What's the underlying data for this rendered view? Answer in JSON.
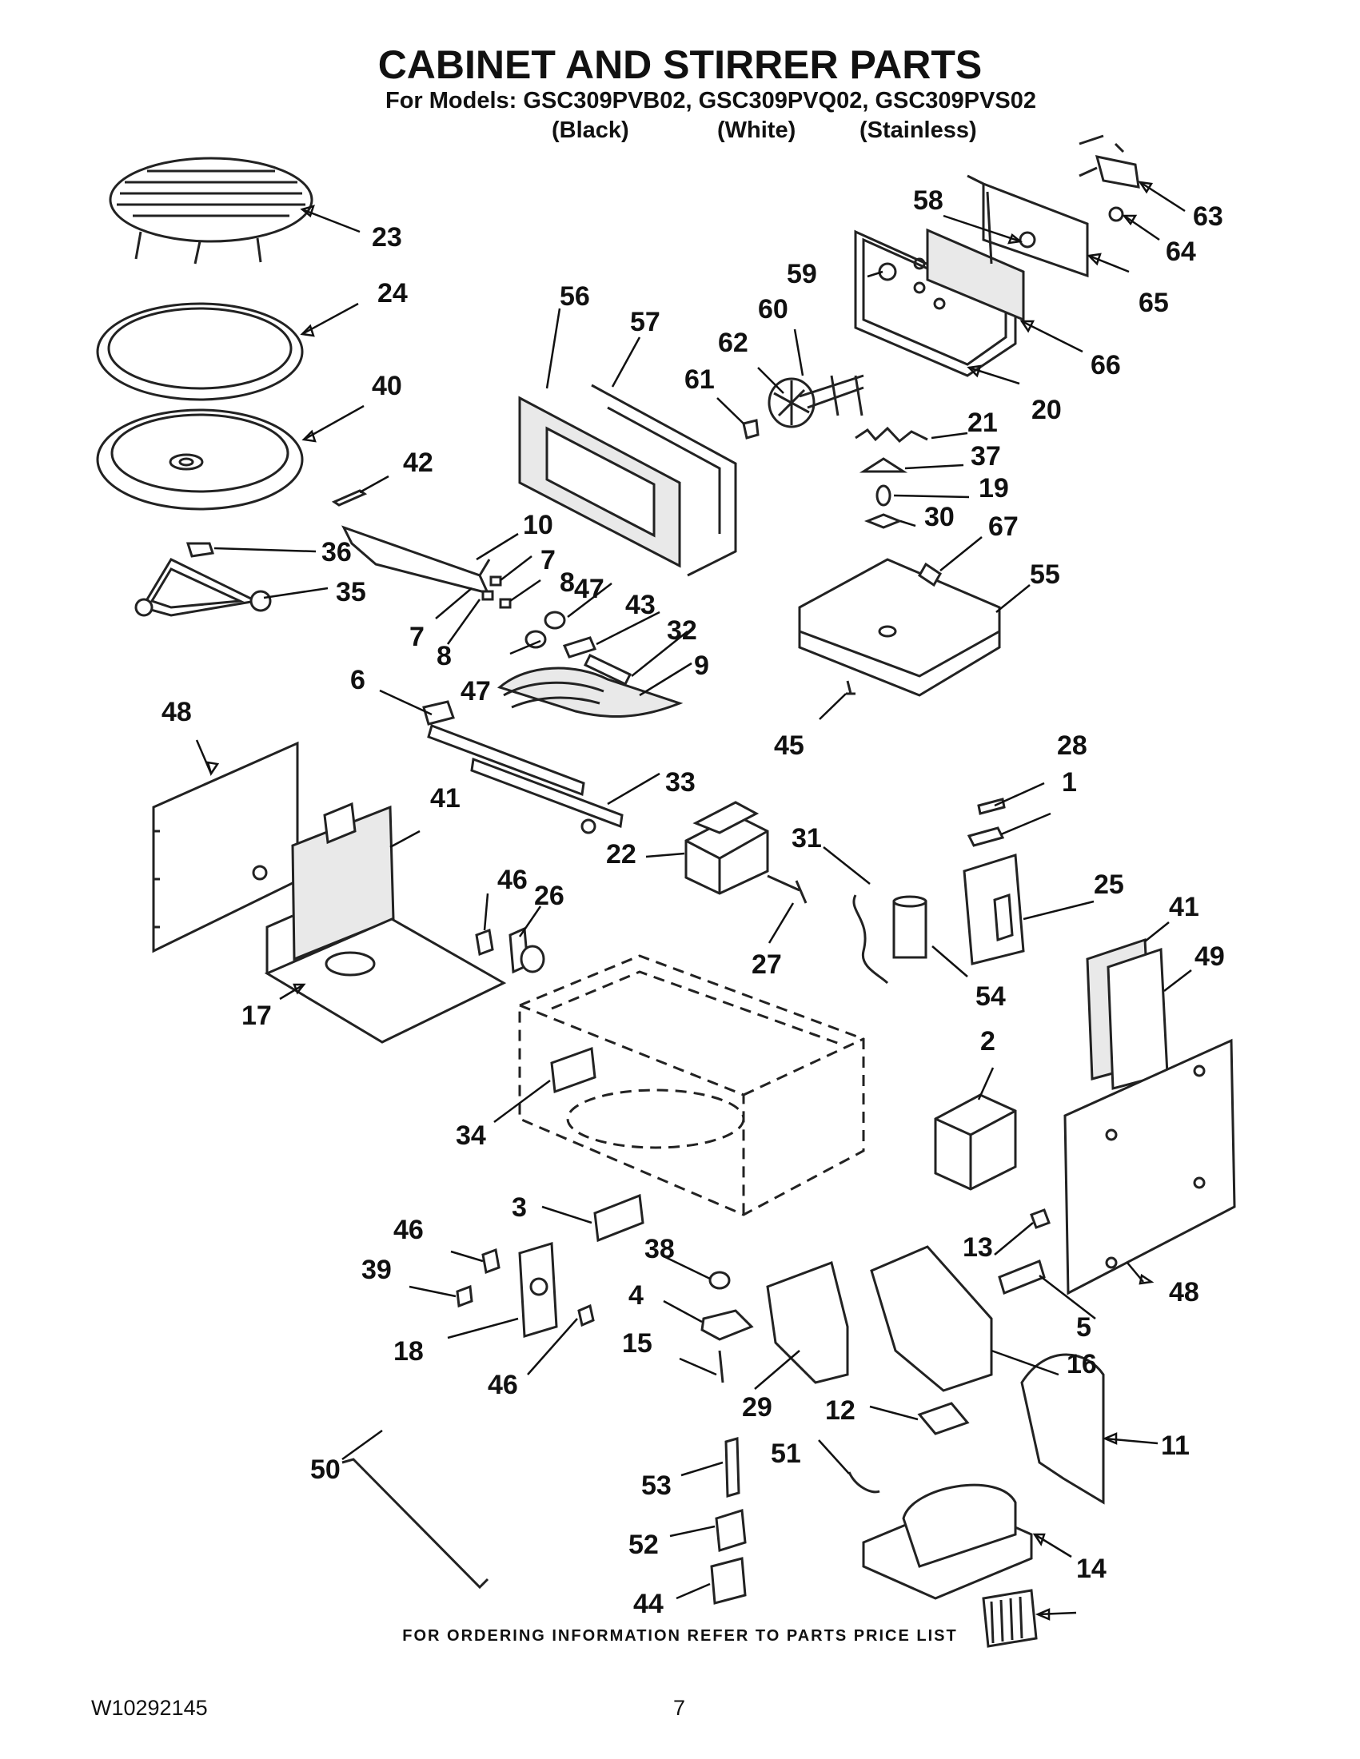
{
  "header": {
    "title": "CABINET AND STIRRER PARTS",
    "models_line": "For Models: GSC309PVB02, GSC309PVQ02, GSC309PVS02",
    "variants": [
      "(Black)",
      "(White)",
      "(Stainless)"
    ]
  },
  "callouts": [
    "23",
    "24",
    "40",
    "42",
    "10",
    "36",
    "35",
    "7",
    "8",
    "47",
    "43",
    "32",
    "9",
    "6",
    "33",
    "56",
    "57",
    "58",
    "59",
    "60",
    "62",
    "61",
    "63",
    "64",
    "65",
    "66",
    "20",
    "21",
    "37",
    "19",
    "30",
    "67",
    "55",
    "45",
    "48",
    "41",
    "46",
    "26",
    "22",
    "31",
    "27",
    "28",
    "1",
    "25",
    "54",
    "49",
    "17",
    "34",
    "2",
    "3",
    "38",
    "4",
    "13",
    "5",
    "16",
    "39",
    "18",
    "15",
    "29",
    "12",
    "11",
    "50",
    "53",
    "51",
    "52",
    "44",
    "14"
  ],
  "footer": {
    "ordering_note": "FOR ORDERING INFORMATION REFER TO PARTS PRICE LIST",
    "doc_number": "W10292145",
    "page_number": "7"
  }
}
